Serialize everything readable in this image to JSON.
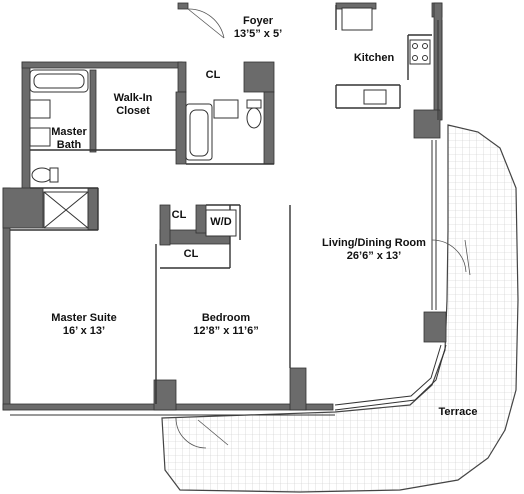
{
  "rooms": {
    "foyer": {
      "name": "Foyer",
      "dim": "13’5” x 5’"
    },
    "kitchen": {
      "name": "Kitchen"
    },
    "walkin": {
      "line1": "Walk-In",
      "line2": "Closet"
    },
    "master_bath": {
      "line1": "Master",
      "line2": "Bath"
    },
    "living": {
      "name": "Living/Dining Room",
      "dim": "26’6” x 13’"
    },
    "master_suite": {
      "name": "Master Suite",
      "dim": "16’ x 13’"
    },
    "bedroom": {
      "name": "Bedroom",
      "dim": "12’8” x 11’6”"
    },
    "terrace": {
      "name": "Terrace"
    }
  },
  "closets": {
    "cl_top": "CL",
    "cl_left": "CL",
    "cl_mid": "CL",
    "wd": "W/D"
  },
  "colors": {
    "wall": "#6b6b6b",
    "line": "#333333",
    "grid": "#c8c8c8",
    "background": "#ffffff"
  }
}
